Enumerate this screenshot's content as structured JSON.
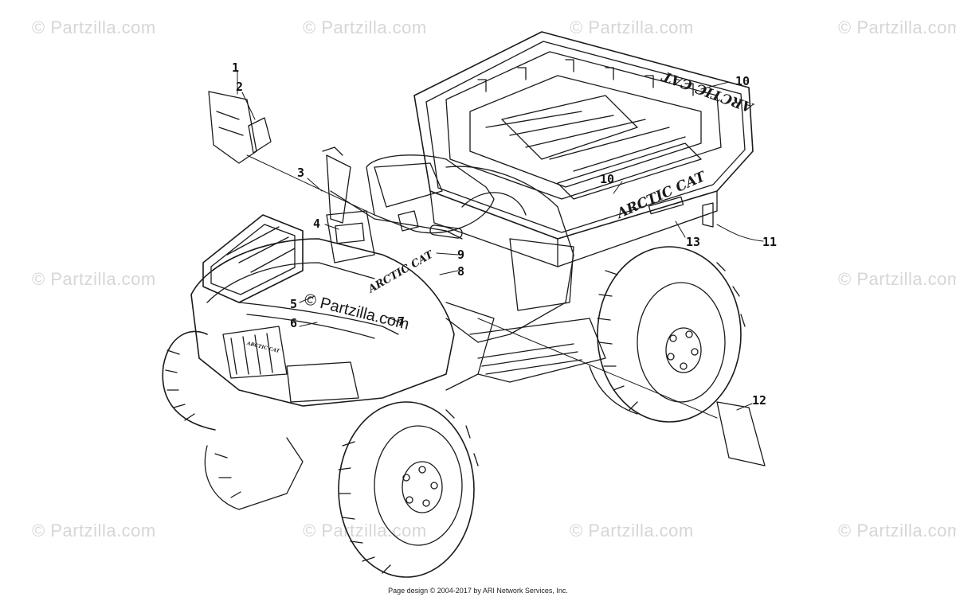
{
  "watermark": "© Partzilla.com",
  "center_watermark": "© Partzilla.com",
  "callouts": [
    "1",
    "2",
    "3",
    "4",
    "5",
    "6",
    "7",
    "8",
    "9",
    "10",
    "10",
    "11",
    "12",
    "13"
  ],
  "decal_text": {
    "cargo_side": "ARCTIC CAT",
    "cargo_back": "ARCTIC CAT",
    "side_panel": "ARCTIC CAT",
    "front_grille": "ARCTIC CAT"
  },
  "footer": "Page design © 2004-2017 by ARI Network Services, Inc."
}
